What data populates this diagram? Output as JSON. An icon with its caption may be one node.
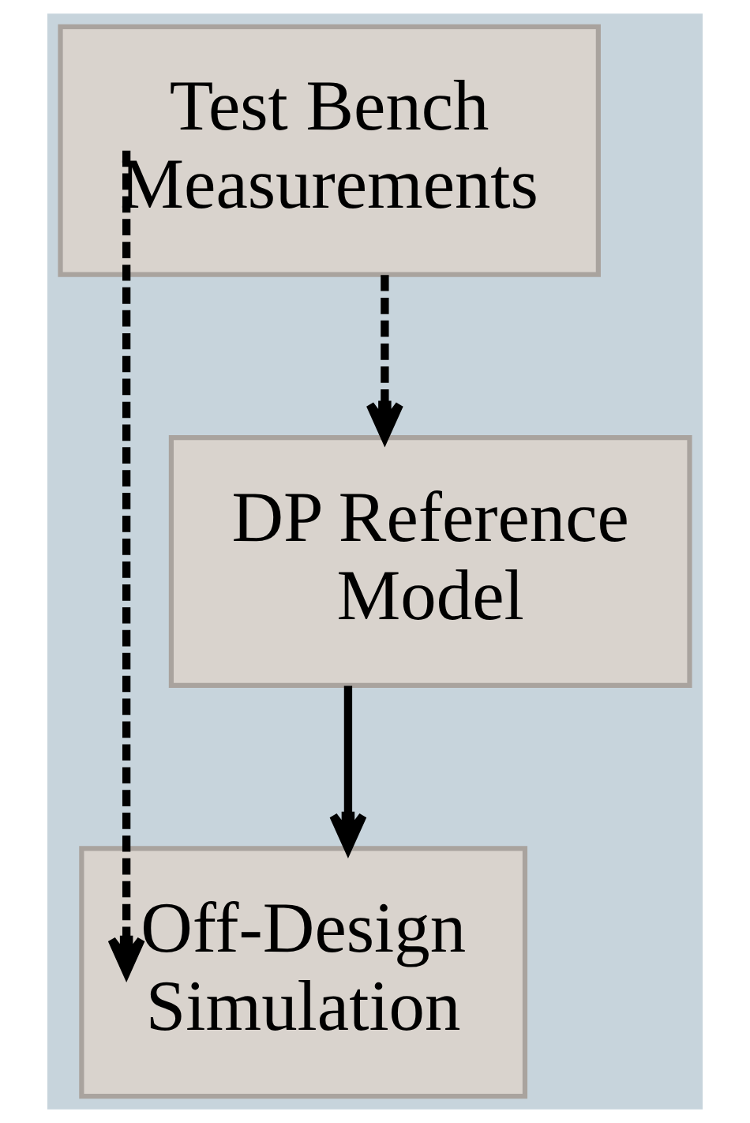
{
  "diagram": {
    "nodes": [
      {
        "text": [
          "Test Bench Measurements"
        ]
      },
      {
        "text": [
          "DP Reference Model"
        ]
      },
      {
        "text": [
          "Off-Design Simulation"
        ]
      }
    ],
    "edges": [
      {
        "from": 0,
        "to": 1,
        "arrow": "to",
        "style": "dashed"
      },
      {
        "from": 1,
        "to": 2,
        "arrow": "to"
      },
      {
        "from": 0,
        "to": 2,
        "arrow": "to",
        "style": "dashed"
      }
    ]
  }
}
